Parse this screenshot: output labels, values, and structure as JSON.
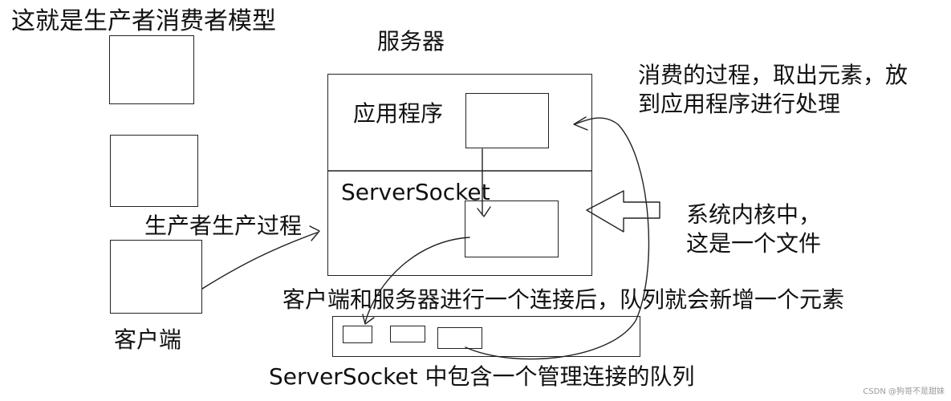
{
  "title": "这就是生产者消费者模型",
  "server_label": "服务器",
  "app_label": "应用程序",
  "server_socket_label": "ServerSocket",
  "producer_label": "生产者生产过程",
  "client_label": "客户端",
  "consumer_note": [
    "消费的过程，取出元素，放",
    "到应用程序进行处理"
  ],
  "kernel_note": [
    "系统内核中，",
    "这是一个文件"
  ],
  "connection_note": "客户端和服务器进行一个连接后，队列就会新增一个元素",
  "queue_note": "ServerSocket 中包含一个管理连接的队列",
  "watermark": "CSDN @狗哥不是甜妹"
}
